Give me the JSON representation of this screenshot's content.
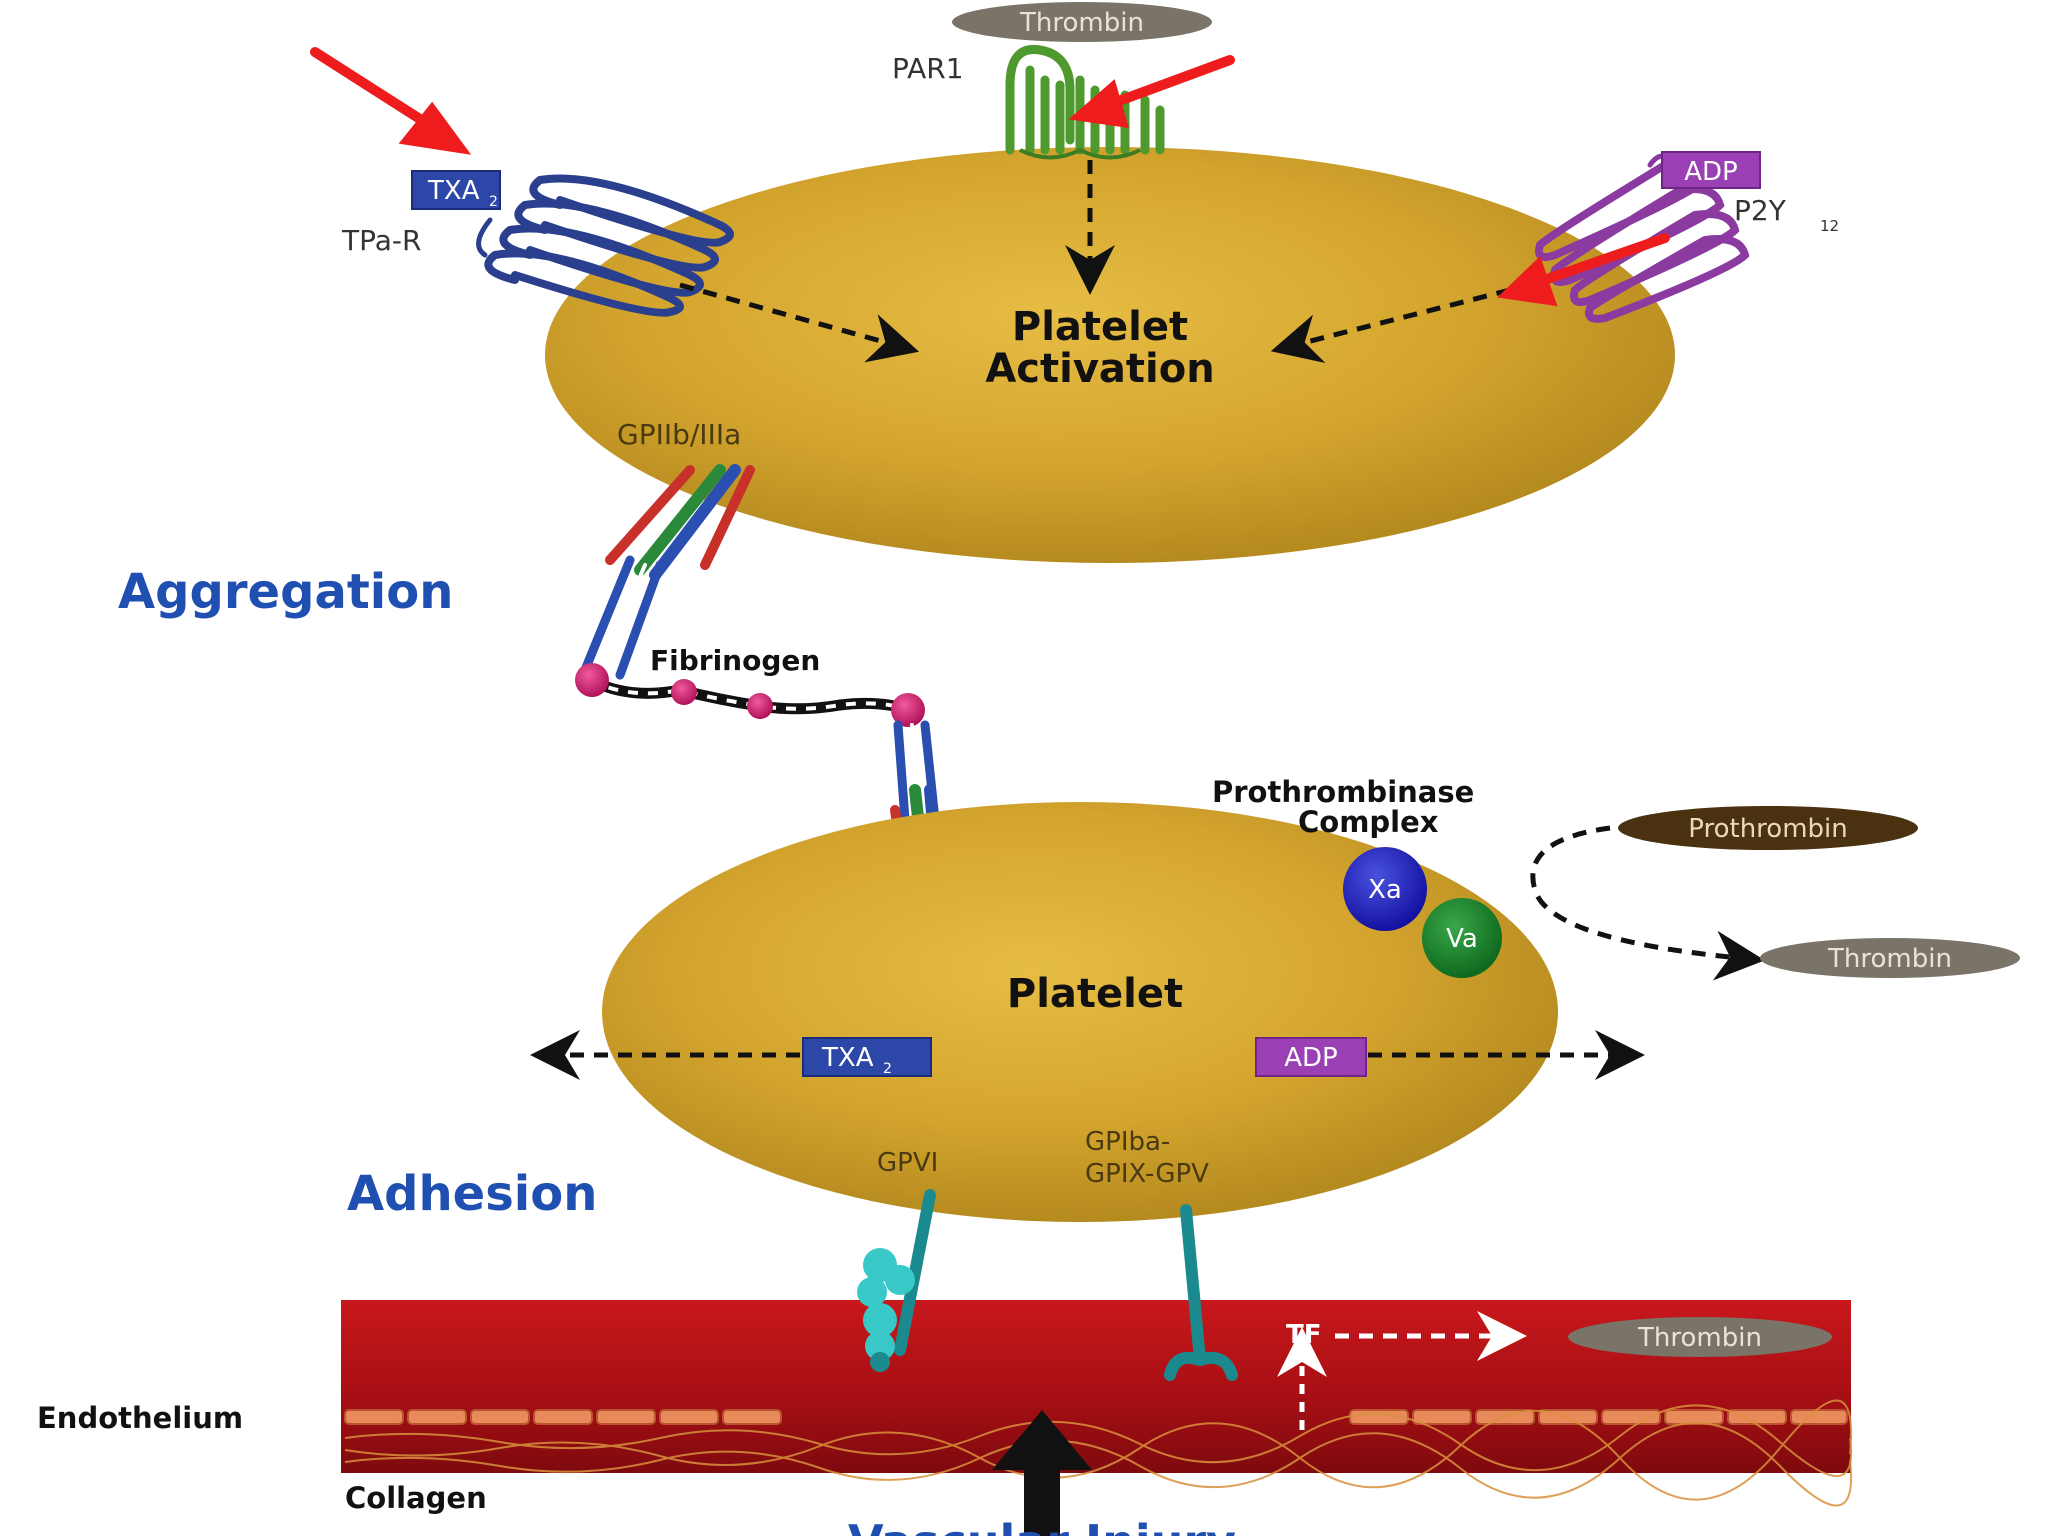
{
  "top_platelet": {
    "title_line1": "Platelet",
    "title_line2": "Activation",
    "receptor_par1": "PAR1",
    "ligand_thrombin": "Thrombin",
    "receptor_tpa": "TPa-R",
    "ligand_txa2": "TXA",
    "ligand_txa2_sub": "2",
    "ligand_adp": "ADP",
    "receptor_p2y12": "P2Y",
    "receptor_p2y12_sub": "12",
    "integrin": "GPIIb/IIIa"
  },
  "labels": {
    "aggregation": "Aggregation",
    "fibrinogen": "Fibrinogen",
    "adhesion": "Adhesion",
    "endothelium": "Endothelium",
    "collagen": "Collagen",
    "vascular_injury": "Vascular Injury"
  },
  "bottom_platelet": {
    "title": "Platelet",
    "txa2": "TXA",
    "txa2_sub": "2",
    "adp": "ADP",
    "gpvi": "GPVI",
    "gpib_line1": "GPIba-",
    "gpib_line2": "GPIX-GPV"
  },
  "prothrombinase": {
    "line1": "Prothrombinase",
    "line2": "Complex",
    "xa": "Xa",
    "va": "Va",
    "prothrombin": "Prothrombin",
    "thrombin_product": "Thrombin"
  },
  "vessel": {
    "tf": "TF",
    "thrombin": "Thrombin"
  },
  "colors": {
    "platelet": "#d4a52e",
    "vessel": "#b3141a",
    "label_blue": "#1f4fb0",
    "txa2_box": "#2d47a8",
    "adp_box": "#9b3fb5",
    "callout_arrow": "#ee1c1c"
  }
}
